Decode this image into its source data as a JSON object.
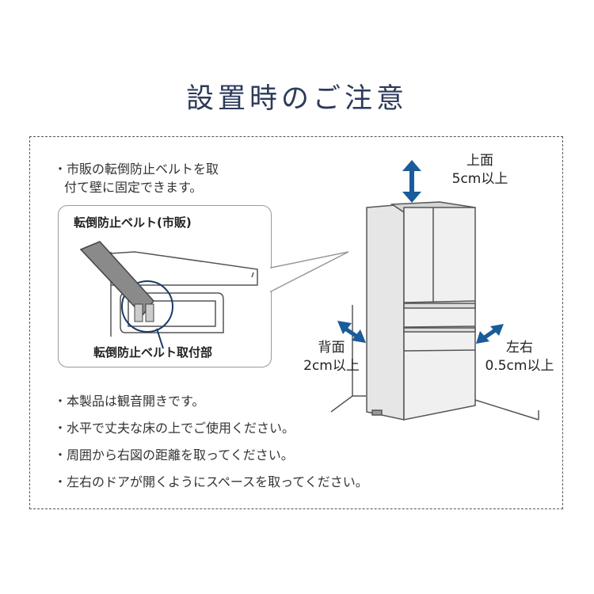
{
  "title": "設置時のご注意",
  "top_note": {
    "line1": "・市販の転倒防止ベルトを取",
    "line2": "付て壁に固定できます。"
  },
  "callout": {
    "label_top": "転倒防止ベルト(市販)",
    "label_bottom": "転倒防止ベルト取付部"
  },
  "dimensions": {
    "top_label": "上面",
    "top_value": "5cm以上",
    "back_label": "背面",
    "back_value": "2cm以上",
    "side_label": "左右",
    "side_value": "0.5cm以上"
  },
  "bullets": [
    "・本製品は観音開きです。",
    "・水平で丈夫な床の上でご使用ください。",
    "・周囲から右図の距離を取ってください。",
    "・左右のドアが開くようにスペースを取ってください。"
  ],
  "colors": {
    "arrow": "#1a5b9a",
    "title": "#2c3a5a"
  },
  "icons": [
    "up-down-arrow-icon",
    "diagonal-double-arrow-icon"
  ]
}
